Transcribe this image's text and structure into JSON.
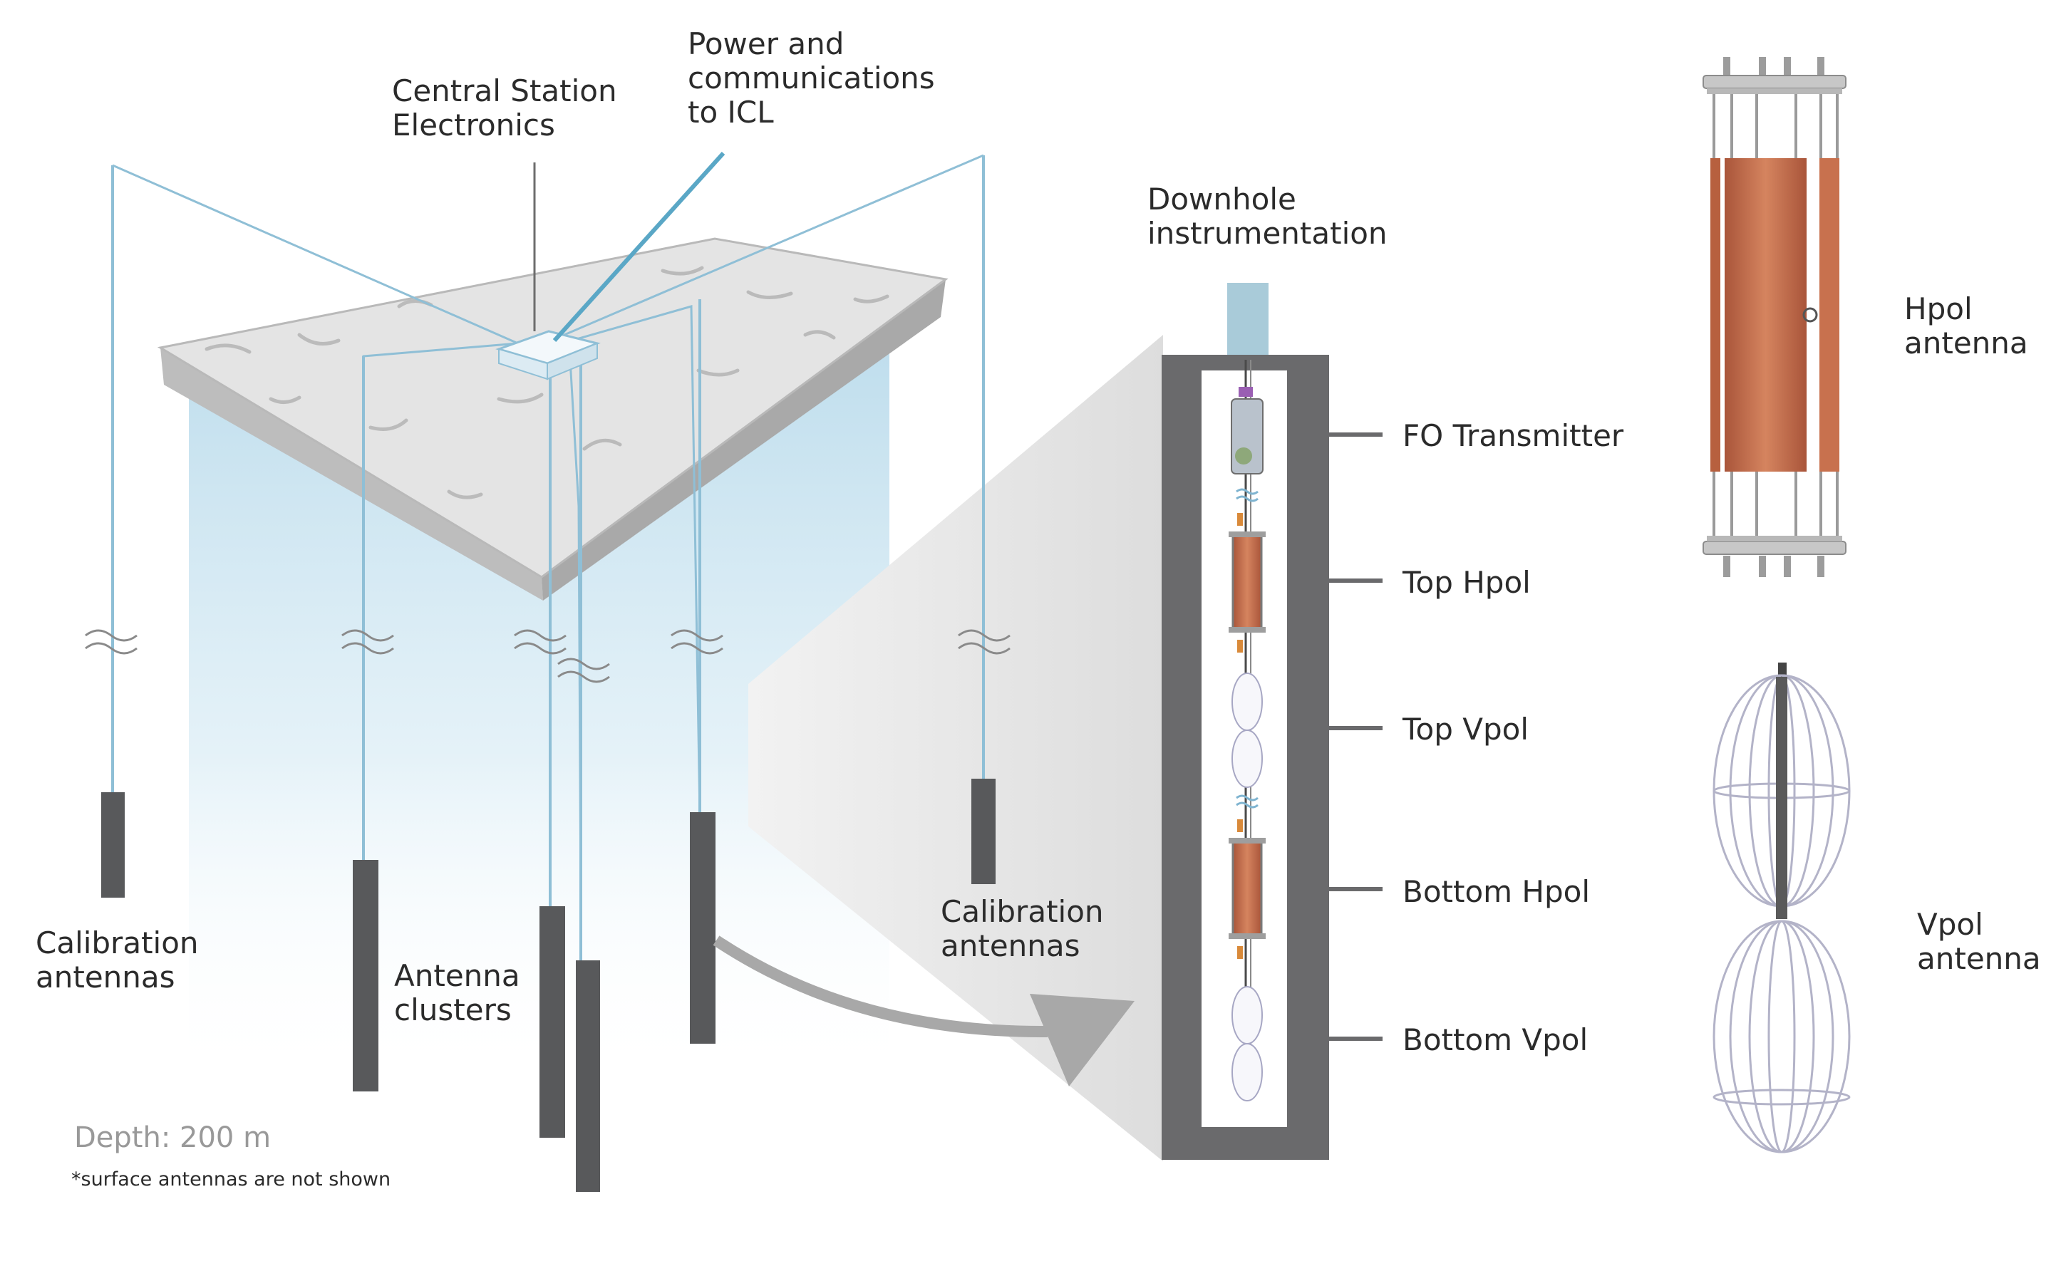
{
  "labels": {
    "central_station_line1": "Central Station",
    "central_station_line2": "Electronics",
    "power_line1": "Power and",
    "power_line2": "communications",
    "power_line3": "to ICL",
    "downhole_line1": "Downhole",
    "downhole_line2": "instrumentation",
    "calib_left_line1": "Calibration",
    "calib_left_line2": "antennas",
    "clusters_line1": "Antenna",
    "clusters_line2": "clusters",
    "calib_right_line1": "Calibration",
    "calib_right_line2": "antennas",
    "fo_transmitter": "FO Transmitter",
    "top_hpol": "Top Hpol",
    "top_vpol": "Top Vpol",
    "bottom_hpol": "Bottom Hpol",
    "bottom_vpol": "Bottom Vpol",
    "hpol_line1": "Hpol",
    "hpol_line2": "antenna",
    "vpol_line1": "Vpol",
    "vpol_line2": "antenna",
    "depth": "Depth: 200 m",
    "footnote": "*surface antennas are not shown"
  },
  "colors": {
    "cable": "#8fbfd6",
    "antenna_string": "#58595b",
    "ice_shadow": "#cfe4ef",
    "surface": "#e2e2e2",
    "borehole_wall": "#6a6a6c",
    "copper": "#c8714e",
    "zoom_wedge": "#e6e6e6"
  }
}
